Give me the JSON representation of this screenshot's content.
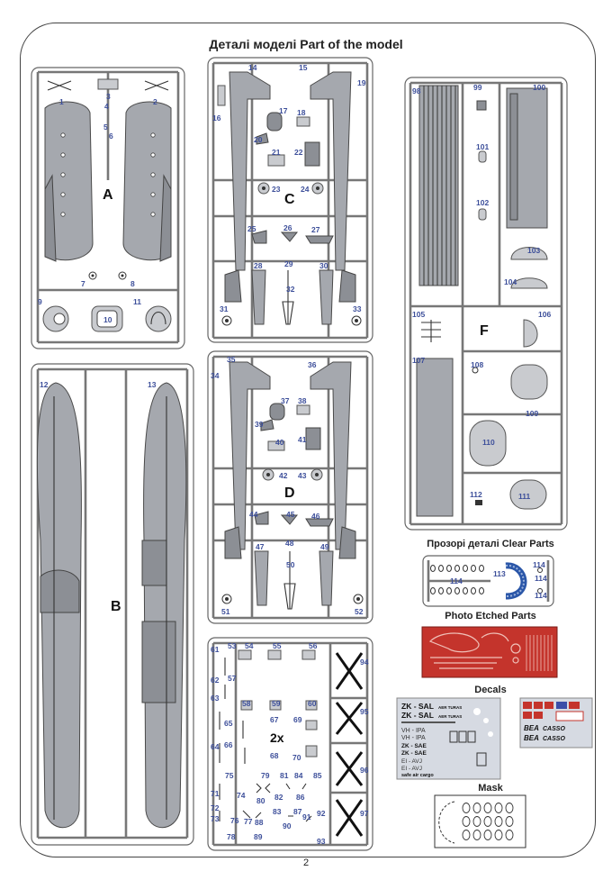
{
  "page_title": "Деталі моделі   Part of the model",
  "page_number": "2",
  "sections": {
    "clear_parts": "Прозорі деталі Clear Parts",
    "photo_etched": "Photo Etched Parts",
    "decals": "Decals",
    "mask": "Mask"
  },
  "sprue_letters": [
    "A",
    "B",
    "C",
    "D",
    "F"
  ],
  "sprue_g_note": "2x",
  "part_numbers": {
    "A": [
      "1",
      "2",
      "3",
      "4",
      "5",
      "6",
      "7",
      "8",
      "9",
      "10",
      "11"
    ],
    "B": [
      "12",
      "13"
    ],
    "C": [
      "14",
      "15",
      "16",
      "17",
      "18",
      "19",
      "20",
      "21",
      "22",
      "23",
      "24",
      "25",
      "26",
      "27",
      "28",
      "29",
      "30",
      "31",
      "32",
      "33"
    ],
    "D": [
      "34",
      "35",
      "36",
      "37",
      "38",
      "39",
      "40",
      "41",
      "42",
      "43",
      "44",
      "45",
      "46",
      "47",
      "48",
      "49",
      "50",
      "51",
      "52"
    ],
    "G": [
      "53",
      "54",
      "55",
      "56",
      "57",
      "58",
      "59",
      "60",
      "61",
      "62",
      "63",
      "64",
      "65",
      "66",
      "67",
      "68",
      "69",
      "70",
      "71",
      "72",
      "73",
      "74",
      "75",
      "76",
      "77",
      "78",
      "79",
      "80",
      "81",
      "82",
      "83",
      "84",
      "85",
      "86",
      "87",
      "88",
      "89",
      "90",
      "91",
      "92",
      "93"
    ],
    "X": [
      "94",
      "95",
      "96",
      "97"
    ],
    "F": [
      "98",
      "99",
      "100",
      "101",
      "102",
      "103",
      "104",
      "105",
      "106",
      "107",
      "108",
      "109",
      "110",
      "111",
      "112"
    ],
    "clear": [
      "113",
      "114",
      "114",
      "114",
      "114"
    ]
  },
  "decal_texts": {
    "reg1": "ZK - SAL",
    "reg2": "ZK - SAL",
    "reg3": "VH - IPA",
    "reg4": "VH - IPA",
    "reg5": "ZK - SAE",
    "reg6": "ZK - SAE",
    "reg7": "EI - AVJ",
    "reg8": "EI - AVJ",
    "airline": "AER TURAS",
    "cargo": "safe air cargo",
    "bea": "BEA",
    "cargo2": "CASSO"
  },
  "colors": {
    "plastic": "#a5a8ae",
    "part_number": "#3d4f9a",
    "photo_etch": "#c4342c",
    "clear_tint": "#2a56a8"
  }
}
